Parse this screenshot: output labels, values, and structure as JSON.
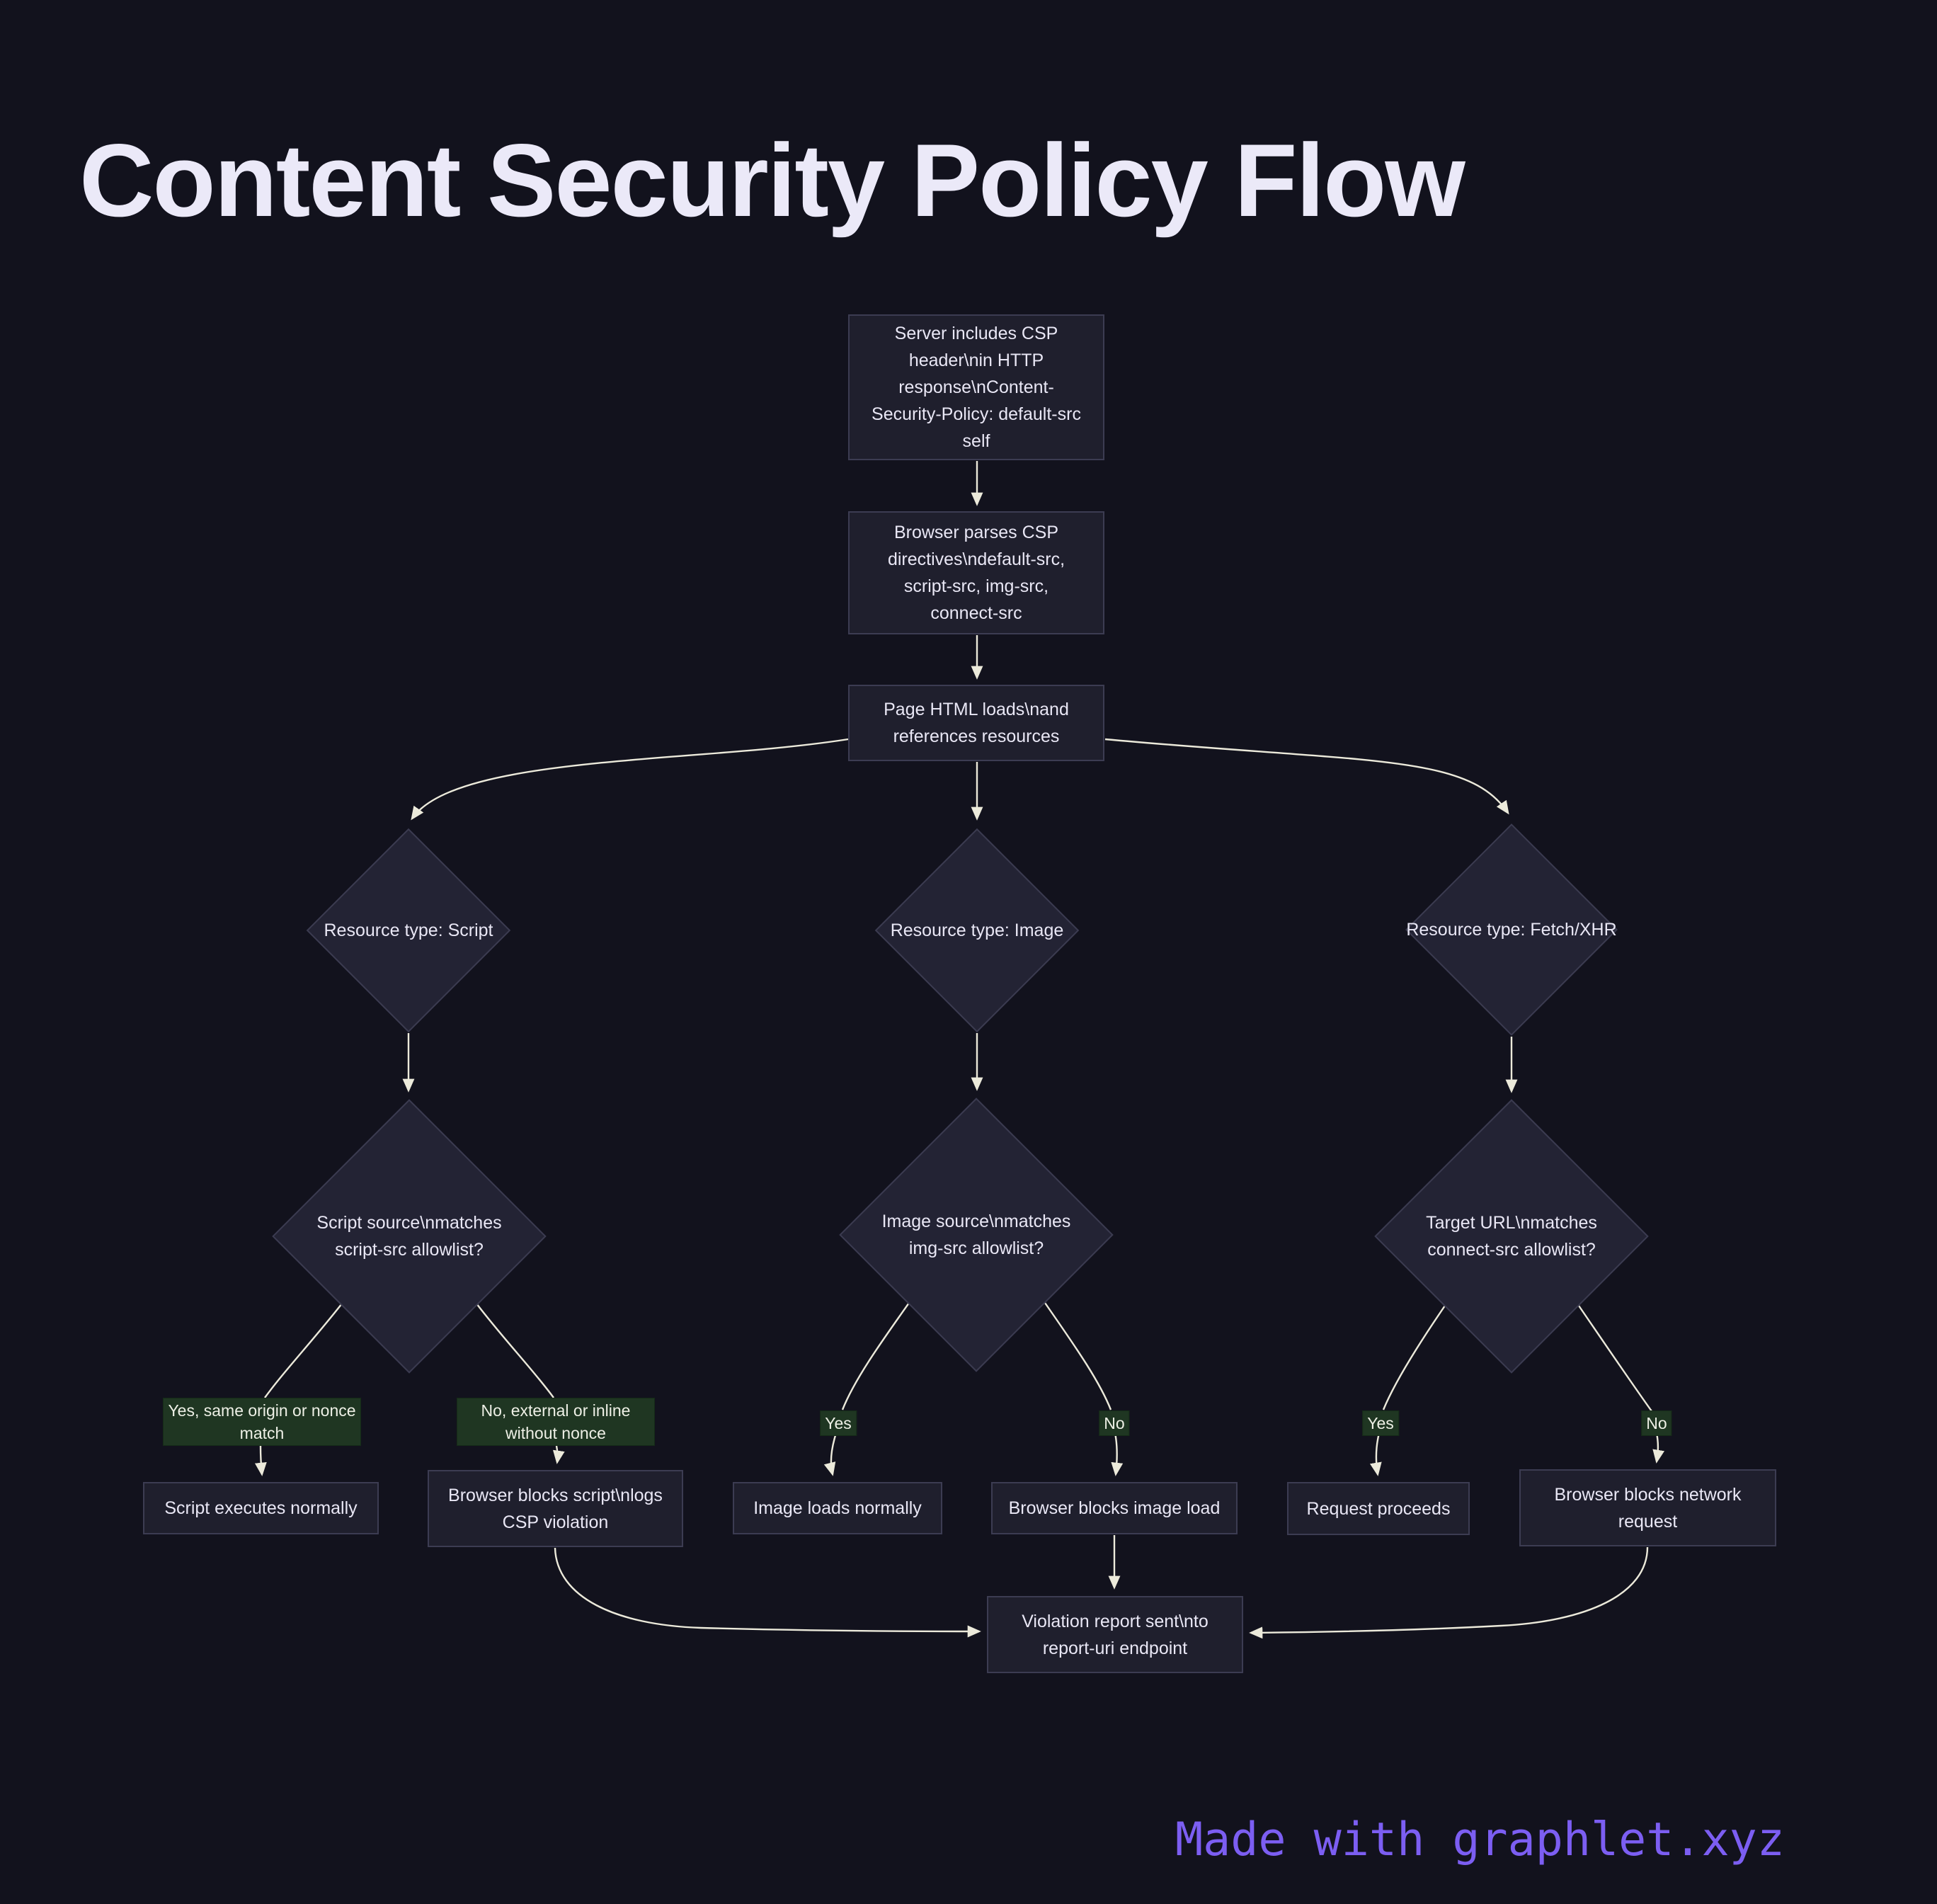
{
  "title": "Content Security Policy Flow",
  "footer": "Made with graphlet.xyz",
  "colors": {
    "background": "#12121d",
    "node_fill": "#1f1f2d",
    "node_border": "#3c3c52",
    "diamond_fill": "#232334",
    "text": "#e9e7f5",
    "edge": "#eceadb",
    "edge_label_fill": "#1f3622",
    "edge_label_text": "#eef0e6",
    "footer_text": "#7c5ef2"
  },
  "nodes": {
    "server_csp": "Server includes CSP\nheader\\nin HTTP\nresponse\\nContent-\nSecurity-Policy: default-src\nself",
    "browser_parses": "Browser parses CSP\ndirectives\\ndefault-src,\nscript-src, img-src,\nconnect-src",
    "page_loads": "Page HTML loads\\nand\nreferences resources",
    "type_script": "Resource type: Script",
    "type_image": "Resource type: Image",
    "type_fetch": "Resource type: Fetch/XHR",
    "script_allowlist": "Script source\\nmatches\nscript-src allowlist?",
    "img_allowlist": "Image source\\nmatches\nimg-src allowlist?",
    "connect_allowlist": "Target URL\\nmatches\nconnect-src allowlist?",
    "script_executes": "Script executes normally",
    "script_blocked": "Browser blocks script\\nlogs\nCSP violation",
    "image_loads": "Image loads normally",
    "image_blocked": "Browser blocks image load",
    "request_proceeds": "Request proceeds",
    "request_blocked": "Browser blocks network\nrequest",
    "violation_report": "Violation report sent\\nto\nreport-uri endpoint"
  },
  "edge_labels": {
    "script_yes": "Yes, same origin or nonce\nmatch",
    "script_no": "No, external or inline\nwithout nonce",
    "image_yes": "Yes",
    "image_no": "No",
    "fetch_yes": "Yes",
    "fetch_no": "No"
  }
}
